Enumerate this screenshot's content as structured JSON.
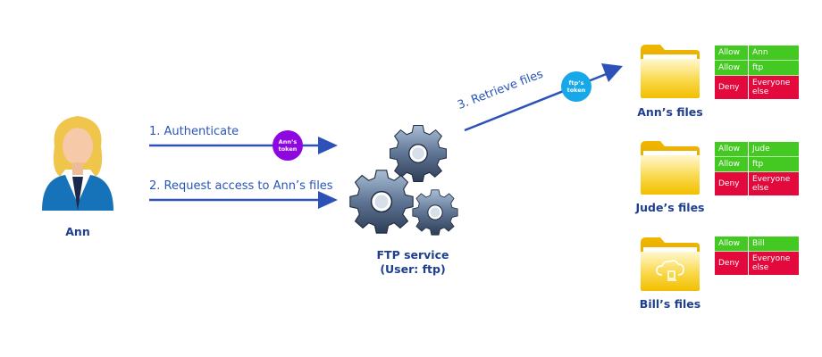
{
  "user": {
    "name": "Ann"
  },
  "steps": {
    "authenticate": "1.  Authenticate",
    "request": "2. Request access to Ann’s files",
    "retrieve": "3. Retrieve files"
  },
  "tokens": {
    "ann": {
      "line1": "Ann’s",
      "line2": "token",
      "color": "#8e07e0"
    },
    "ftp": {
      "line1": "ftp’s",
      "line2": "token",
      "color": "#16a8e8"
    }
  },
  "service": {
    "line1": "FTP service",
    "line2": "(User: ftp)"
  },
  "folders": [
    {
      "label": "Ann’s files",
      "acl": [
        {
          "perm": "Allow",
          "who": "Ann"
        },
        {
          "perm": "Allow",
          "who": "ftp"
        },
        {
          "perm": "Deny",
          "who": "Everyone else"
        }
      ]
    },
    {
      "label": "Jude’s files",
      "acl": [
        {
          "perm": "Allow",
          "who": "Jude"
        },
        {
          "perm": "Allow",
          "who": "ftp"
        },
        {
          "perm": "Deny",
          "who": "Everyone else"
        }
      ]
    },
    {
      "label": "Bill’s files",
      "acl": [
        {
          "perm": "Allow",
          "who": "Bill"
        },
        {
          "perm": "Deny",
          "who": "Everyone else"
        }
      ]
    }
  ],
  "colors": {
    "arrow": "#2c52b8",
    "allow": "#44c923",
    "deny": "#e4093d",
    "folder": "#f4c400"
  }
}
